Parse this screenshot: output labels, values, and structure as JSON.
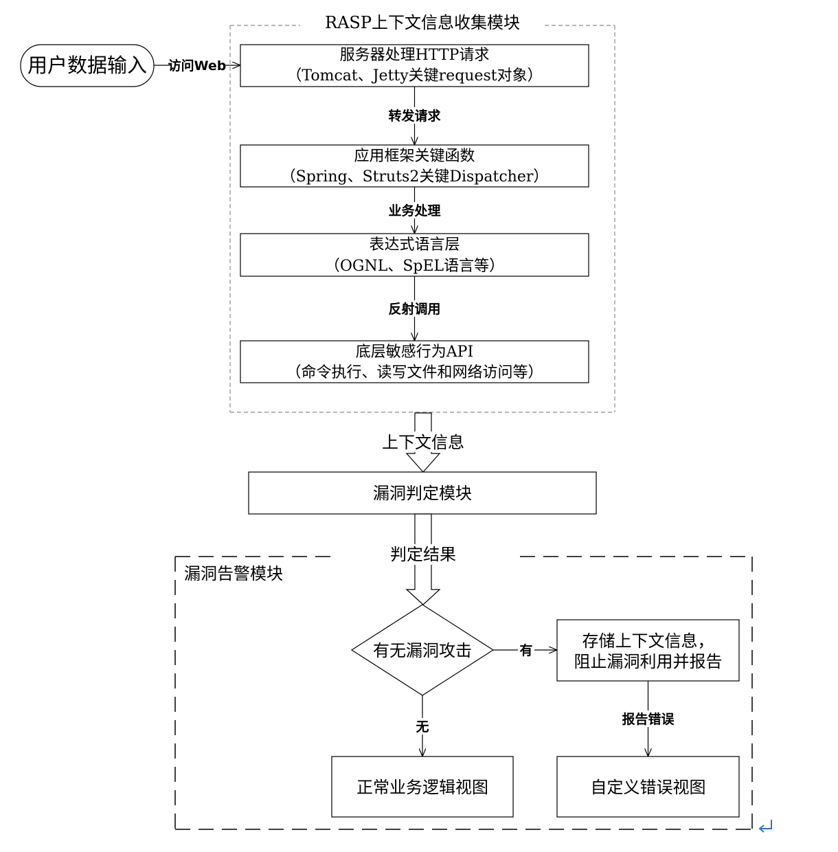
{
  "diagram": {
    "collector_module": {
      "title": "RASP上下文信息收集模块"
    },
    "user_input": {
      "label": "用户数据输入"
    },
    "edges": {
      "access_web": "访问Web",
      "forward_request": "转发请求",
      "business_processing": "业务处理",
      "reflection_call": "反射调用",
      "context_info": "上下文信息",
      "judgment_result": "判定结果",
      "yes": "有",
      "no": "无",
      "report_error": "报告错误"
    },
    "nodes": {
      "http_server": {
        "line1": "服务器处理HTTP请求",
        "line2": "（Tomcat、Jetty关键request对象）"
      },
      "framework": {
        "line1": "应用框架关键函数",
        "line2": "（Spring、Struts2关键Dispatcher）"
      },
      "expression_layer": {
        "line1": "表达式语言层",
        "line2": "（OGNL、SpEL语言等）"
      },
      "sensitive_api": {
        "line1": "底层敏感行为API",
        "line2": "（命令执行、读写文件和网络访问等）"
      },
      "vuln_judgment": {
        "label": "漏洞判定模块"
      },
      "attack_decision": {
        "label": "有无漏洞攻击"
      },
      "store_block": {
        "line1": "存储上下文信息，",
        "line2": "阻止漏洞利用并报告"
      },
      "normal_view": {
        "label": "正常业务逻辑视图"
      },
      "error_view": {
        "label": "自定义错误视图"
      }
    },
    "alert_module": {
      "title": "漏洞告警模块"
    }
  },
  "icons": {
    "paragraph_mark": "paragraph-mark-icon"
  },
  "colors": {
    "stroke": "#000000",
    "collector_border": "#8c8c8c",
    "paragraph_mark": "#2f6fd6"
  }
}
